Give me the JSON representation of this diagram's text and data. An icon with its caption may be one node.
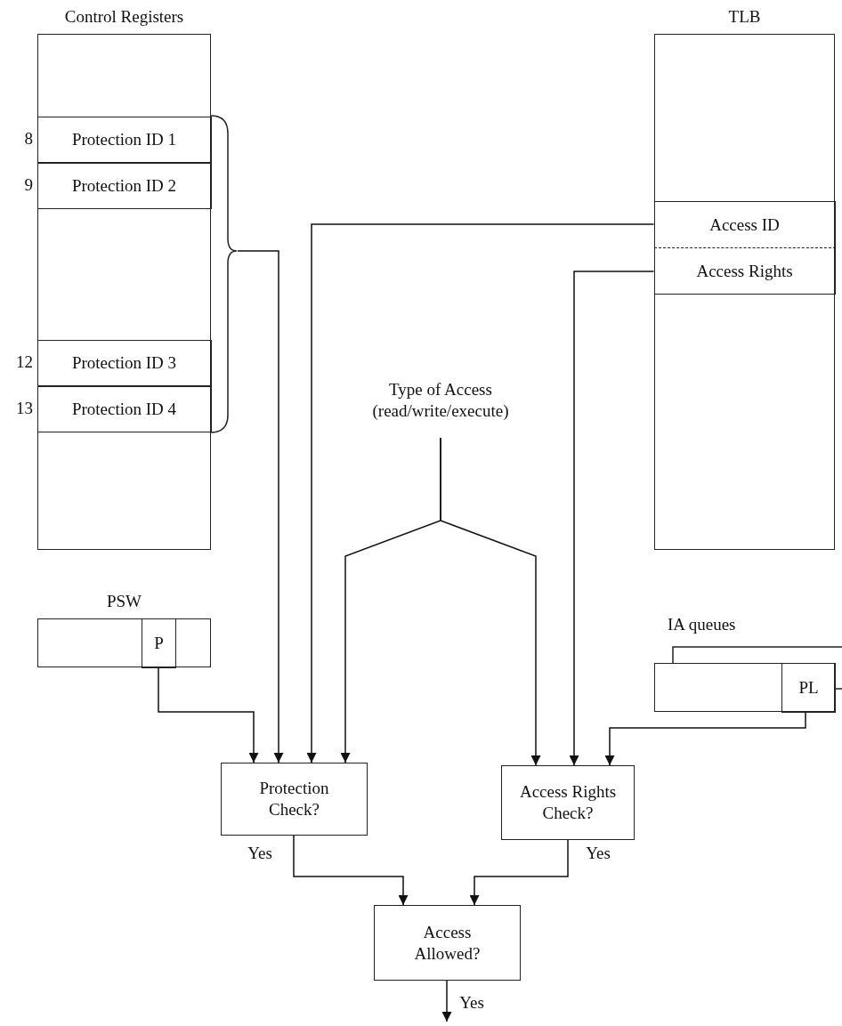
{
  "diagram": {
    "nodes": [
      {
        "text": [
          "Control Registers"
        ]
      },
      {
        "text": [
          "Protection ID 1"
        ],
        "in": 0,
        "beside": [
          "8"
        ]
      },
      {
        "text": [
          "Protection ID 2"
        ],
        "in": 0,
        "beside": [
          "9"
        ]
      },
      {
        "text": [
          "Protection ID 3"
        ],
        "in": 0,
        "beside": [
          "12"
        ]
      },
      {
        "text": [
          "Protection ID 4"
        ],
        "in": 0,
        "beside": [
          "13"
        ]
      },
      {
        "text": [
          "TLB"
        ]
      },
      {
        "text": [
          "Access ID"
        ],
        "in": 5
      },
      {
        "text": [
          "Access Rights"
        ],
        "in": 5
      },
      {
        "text": [
          "Type of Access (read/write/execute)"
        ]
      },
      {
        "text": [
          "PSW"
        ]
      },
      {
        "text": [
          "P"
        ],
        "in": 9
      },
      {
        "text": [
          "IA queues"
        ]
      },
      {
        "text": [
          "PL"
        ],
        "in": 11
      },
      {
        "text": [
          "Protection Check?"
        ]
      },
      {
        "text": [
          "Access Rights Check?"
        ]
      },
      {
        "text": [
          "Access Allowed?"
        ]
      },
      {
        "text": [],
        "shape": "brace"
      }
    ],
    "edges": [
      {
        "from": 16,
        "to": 13,
        "arrow": "to"
      },
      {
        "from": 10,
        "to": 13,
        "arrow": "to"
      },
      {
        "from": 6,
        "to": 13,
        "arrow": "to"
      },
      {
        "from": 8,
        "to": 13,
        "arrow": "to"
      },
      {
        "from": 8,
        "to": 14,
        "arrow": "to"
      },
      {
        "from": 7,
        "to": 14,
        "arrow": "to"
      },
      {
        "from": 12,
        "to": 14,
        "arrow": "to"
      },
      {
        "from": 13,
        "to": 15,
        "arrow": "to",
        "label": "Yes"
      },
      {
        "from": 14,
        "to": 15,
        "arrow": "to",
        "label": "Yes"
      },
      {
        "from": 15,
        "to": null,
        "arrow": "to",
        "label": "Yes"
      }
    ]
  }
}
